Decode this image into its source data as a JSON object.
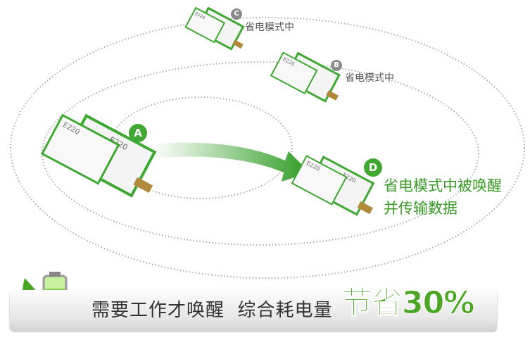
{
  "nodes": [
    {
      "id": "A",
      "label": ""
    },
    {
      "id": "B",
      "label": "省电模式中"
    },
    {
      "id": "C",
      "label": "省电模式中"
    },
    {
      "id": "D",
      "label_lines": [
        "省电模式中被唤醒",
        "并传输数据"
      ]
    }
  ],
  "module_text": "E220",
  "banner": {
    "text": "需要工作才唤醒  综合耗电量",
    "highlight": "节省30%"
  },
  "colors": {
    "accent": "#3fa832",
    "badge_gray": "#8a8a8a",
    "text": "#333333"
  }
}
